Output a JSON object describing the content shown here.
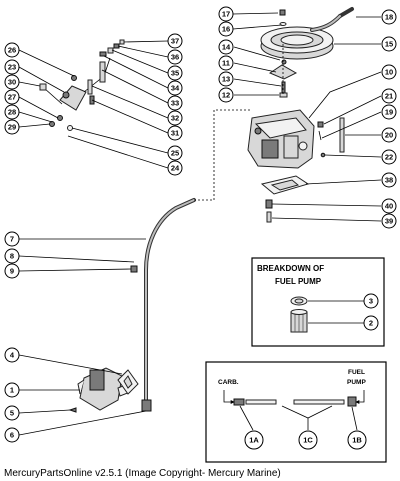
{
  "callouts": {
    "c17": "17",
    "c16": "16",
    "c18": "18",
    "c14": "14",
    "c15": "15",
    "c11": "11",
    "c13": "13",
    "c12": "12",
    "c10": "10",
    "c21": "21",
    "c19": "19",
    "c20": "20",
    "c22": "22",
    "c38": "38",
    "c40": "40",
    "c39": "39",
    "c26": "26",
    "c23": "23",
    "c30": "30",
    "c27": "27",
    "c28": "28",
    "c29": "29",
    "c37": "37",
    "c36": "36",
    "c35": "35",
    "c34": "34",
    "c33": "33",
    "c32": "32",
    "c31": "31",
    "c25": "25",
    "c24": "24",
    "c7": "7",
    "c8": "8",
    "c9": "9",
    "c4": "4",
    "c1": "1",
    "c5": "5",
    "c6": "6",
    "c3": "3",
    "c2": "2",
    "c1a": "1A",
    "c1c": "1C",
    "c1b": "1B"
  },
  "breakdown_box": {
    "title_line1": "BREAKDOWN OF",
    "title_line2": "FUEL PUMP"
  },
  "line_box": {
    "carb_label": "CARB.",
    "pump_label_line1": "FUEL",
    "pump_label_line2": "PUMP"
  },
  "footer": {
    "caption": "MercuryPartsOnline v2.5.1 (Image Copyright- Mercury Marine)"
  }
}
